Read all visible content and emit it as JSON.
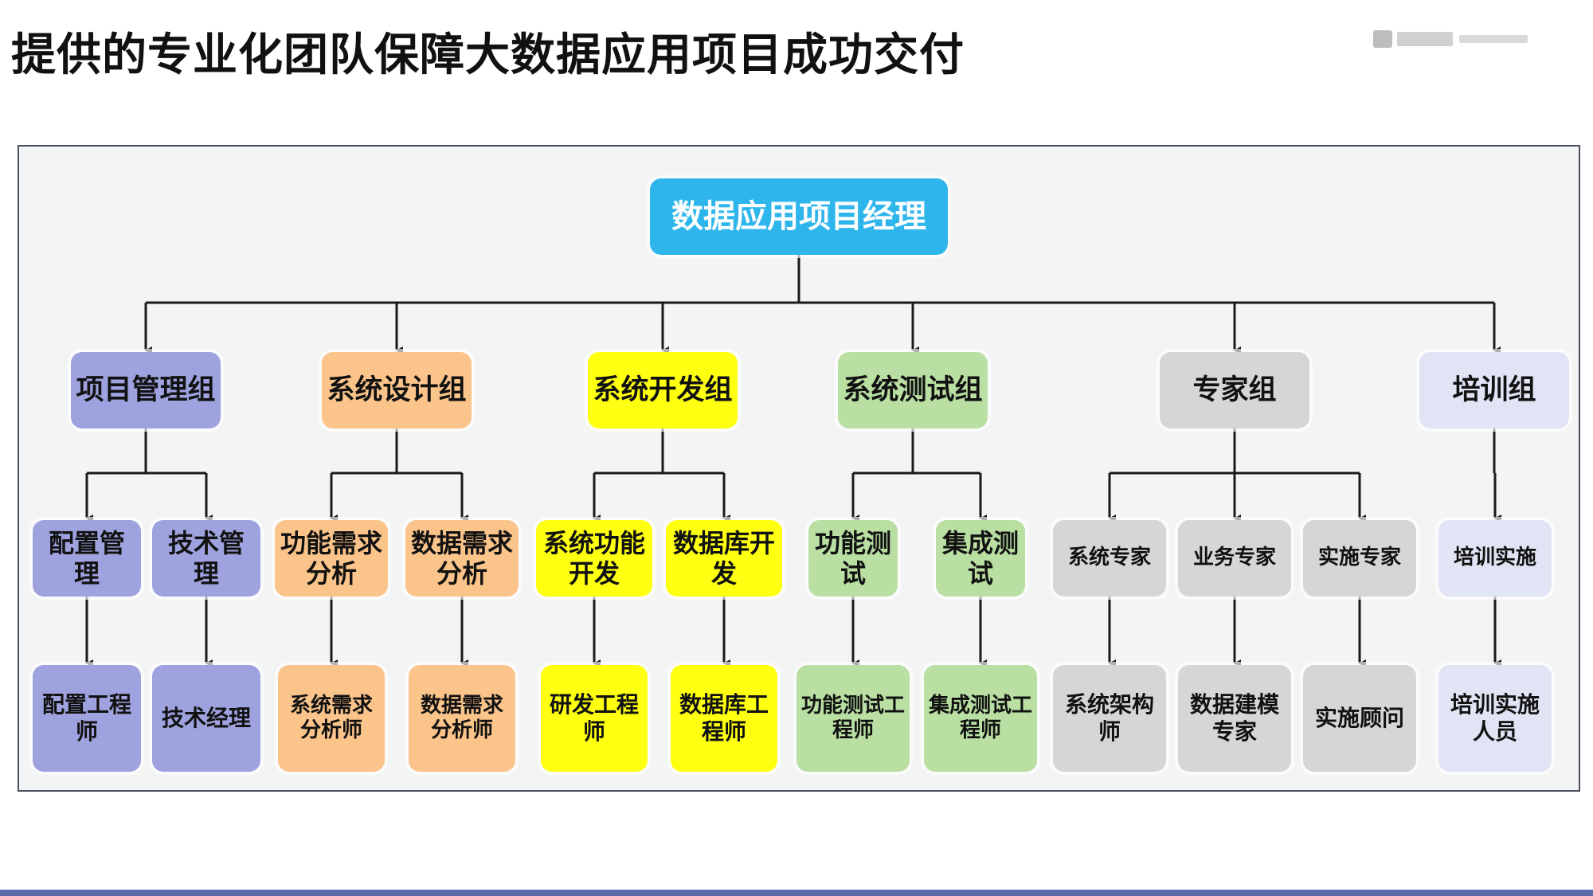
{
  "title": "提供的专业化团队保障大数据应用项目成功交付",
  "colors": {
    "root": "#2eb6ec",
    "purple": "#9ea3df",
    "orange": "#fbc48a",
    "yellow": "#ffff12",
    "green": "#b9dfa2",
    "gray": "#d6d6d6",
    "lavender": "#e1e4f4",
    "line": "#1a1a1a"
  },
  "nodes": {
    "root": "数据应用项目经理",
    "g1": "项目管理组",
    "g2": "系统设计组",
    "g3": "系统开发组",
    "g4": "系统测试组",
    "g5": "专家组",
    "g6": "培训组",
    "g1a": "配置管理",
    "g1b": "技术管理",
    "g2a": "功能需求分析",
    "g2b": "数据需求分析",
    "g3a": "系统功能开发",
    "g3b": "数据库开发",
    "g4a": "功能测试",
    "g4b": "集成测试",
    "g5a": "系统专家",
    "g5b": "业务专家",
    "g5c": "实施专家",
    "g6a": "培训实施",
    "g1a1": "配置工程师",
    "g1b1": "技术经理",
    "g2a1": "系统需求分析师",
    "g2b1": "数据需求分析师",
    "g3a1": "研发工程师",
    "g3b1": "数据库工程师",
    "g4a1": "功能测试工程师",
    "g4b1": "集成测试工程师",
    "g5a1": "系统架构师",
    "g5b1": "数据建模专家",
    "g5c1": "实施顾问",
    "g6a1": "培训实施人员"
  }
}
